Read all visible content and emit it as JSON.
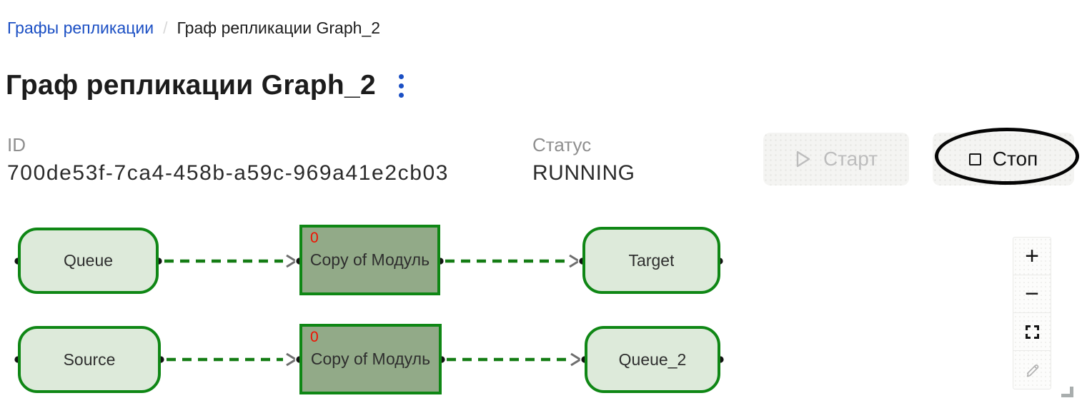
{
  "breadcrumb": {
    "root": "Графы репликации",
    "separator": "/",
    "current": "Граф репликации Graph_2"
  },
  "header": {
    "title": "Граф репликации Graph_2",
    "menu_icon": "kebab-vertical-dots"
  },
  "details": {
    "id_label": "ID",
    "id_value": "700de53f-7ca4-458b-a59c-969a41e2cb03",
    "status_label": "Статус",
    "status_value": "RUNNING"
  },
  "actions": {
    "start_label": "Старт",
    "start_icon": "play-outline",
    "start_disabled": true,
    "stop_label": "Стоп",
    "stop_icon": "stop-square-outline"
  },
  "annotation": {
    "shape": "ellipse",
    "color": "#000000",
    "target": "stop-button"
  },
  "graph": {
    "nodes": [
      {
        "label": "Queue",
        "shape": "rounded",
        "row": 1
      },
      {
        "label": "Copy of Модуль",
        "shape": "rect",
        "row": 1,
        "badge": "0"
      },
      {
        "label": "Target",
        "shape": "rounded",
        "row": 1
      },
      {
        "label": "Source",
        "shape": "rounded",
        "row": 2
      },
      {
        "label": "Copy of Модуль",
        "shape": "rect",
        "row": 2,
        "badge": "0"
      },
      {
        "label": "Queue_2",
        "shape": "rounded",
        "row": 2
      }
    ],
    "edges": [
      {
        "from": "Queue",
        "to": "Copy of Модуль",
        "style": "dashed-green-arrow"
      },
      {
        "from": "Copy of Модуль",
        "to": "Target",
        "style": "dashed-green-arrow"
      },
      {
        "from": "Source",
        "to": "Copy of Модуль",
        "style": "dashed-green-arrow"
      },
      {
        "from": "Copy of Модуль",
        "to": "Queue_2",
        "style": "dashed-green-arrow"
      }
    ],
    "controls": {
      "zoom_in_glyph": "+",
      "zoom_out_glyph": "−",
      "fit_view_icon": "fit-view-corners",
      "edit_icon": "pencil",
      "edit_disabled": true
    }
  },
  "colors": {
    "link_blue": "#1b4fc4",
    "node_border_green": "#0f8715",
    "node_fill_light": "#ddeada",
    "node_fill_dark": "#92aa88",
    "edge_green": "#147c14",
    "badge_red": "#f01000",
    "annotation_black": "#000000"
  }
}
